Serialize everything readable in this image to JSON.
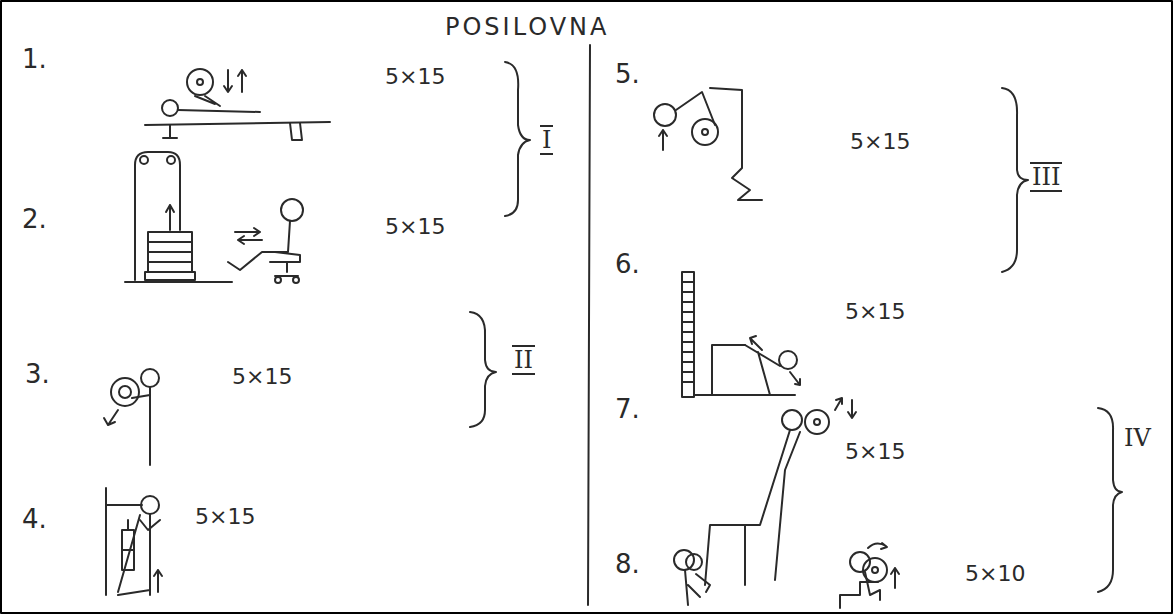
{
  "diagram": {
    "title": "POSILOVNA",
    "labels": [
      "1.",
      "5×15",
      "I",
      "2.",
      "5×15",
      "3.",
      "5×15",
      "II",
      "4.",
      "5×15",
      "5.",
      "5×15",
      "III",
      "6.",
      "5×15",
      "7.",
      "5×15",
      "IV",
      "8.",
      "5×10"
    ]
  }
}
